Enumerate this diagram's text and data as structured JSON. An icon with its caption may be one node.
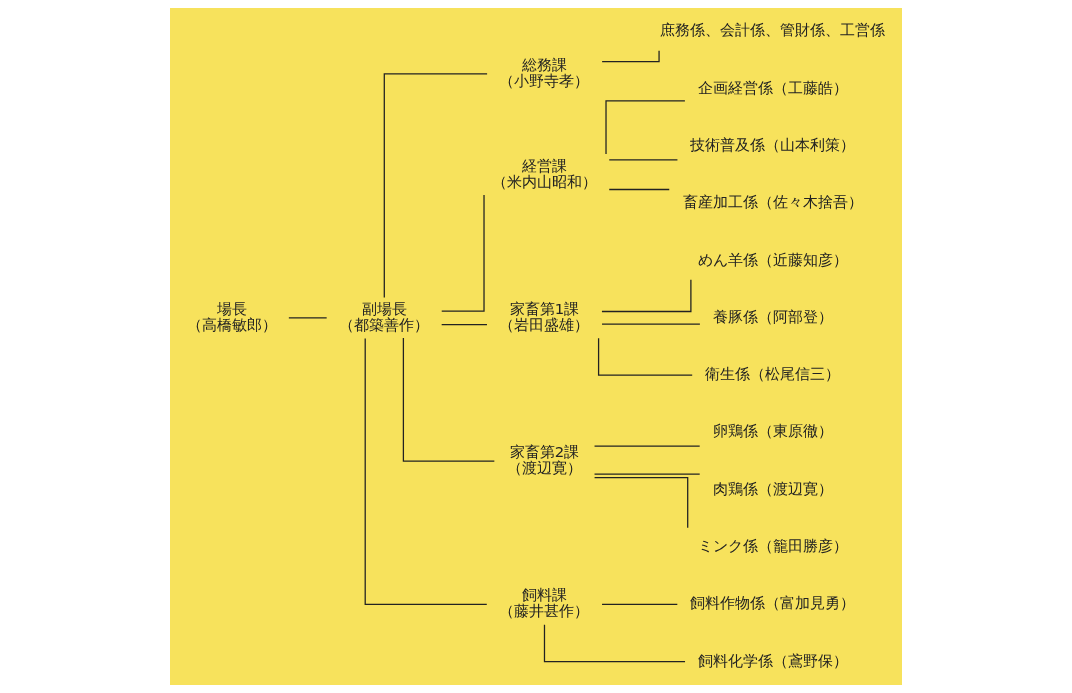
{
  "diagram": {
    "nodes": [
      {
        "text": [
          "場長",
          "（高橋敏郎）"
        ]
      },
      {
        "text": [
          "副場長",
          "（都築善作）"
        ]
      },
      {
        "text": [
          "総務課",
          "（小野寺孝）"
        ]
      },
      {
        "text": [
          "庶務係、会計係、管財係、工営係"
        ]
      },
      {
        "text": [
          "経営課",
          "（米内山昭和）"
        ]
      },
      {
        "text": [
          "企画経営係（工藤皓）"
        ]
      },
      {
        "text": [
          "技術普及係（山本利策）"
        ]
      },
      {
        "text": [
          "畜産加工係（佐々木捨吾）"
        ]
      },
      {
        "text": [
          "家畜第1課",
          "（岩田盛雄）"
        ]
      },
      {
        "text": [
          "めん羊係（近藤知彦）"
        ]
      },
      {
        "text": [
          "養豚係（阿部登）"
        ]
      },
      {
        "text": [
          "衛生係（松尾信三）"
        ]
      },
      {
        "text": [
          "家畜第2課",
          "（渡辺寛）"
        ]
      },
      {
        "text": [
          "卵鶏係（東原徹）"
        ]
      },
      {
        "text": [
          "肉鶏係（渡辺寛）"
        ]
      },
      {
        "text": [
          "ミンク係（籠田勝彦）"
        ]
      },
      {
        "text": [
          "飼料課",
          "（藤井甚作）"
        ]
      },
      {
        "text": [
          "飼料作物係（富加見勇）"
        ]
      },
      {
        "text": [
          "飼料化学係（鳶野保）"
        ]
      }
    ],
    "edges": [
      {
        "from": 0,
        "to": 1,
        "arrow": "none"
      },
      {
        "from": 1,
        "to": 2,
        "arrow": "none"
      },
      {
        "from": 1,
        "to": 4,
        "arrow": "none"
      },
      {
        "from": 1,
        "to": 8,
        "arrow": "none"
      },
      {
        "from": 1,
        "to": 12,
        "arrow": "none"
      },
      {
        "from": 1,
        "to": 16,
        "arrow": "none"
      },
      {
        "from": 2,
        "to": 3,
        "arrow": "none"
      },
      {
        "from": 4,
        "to": 5,
        "arrow": "none"
      },
      {
        "from": 4,
        "to": 6,
        "arrow": "none"
      },
      {
        "from": 4,
        "to": 7,
        "arrow": "none"
      },
      {
        "from": 8,
        "to": 9,
        "arrow": "none"
      },
      {
        "from": 8,
        "to": 10,
        "arrow": "none"
      },
      {
        "from": 8,
        "to": 11,
        "arrow": "none"
      },
      {
        "from": 12,
        "to": 13,
        "arrow": "none"
      },
      {
        "from": 12,
        "to": 14,
        "arrow": "none"
      },
      {
        "from": 12,
        "to": 15,
        "arrow": "none"
      },
      {
        "from": 16,
        "to": 17,
        "arrow": "none"
      },
      {
        "from": 16,
        "to": 18,
        "arrow": "none"
      }
    ]
  }
}
